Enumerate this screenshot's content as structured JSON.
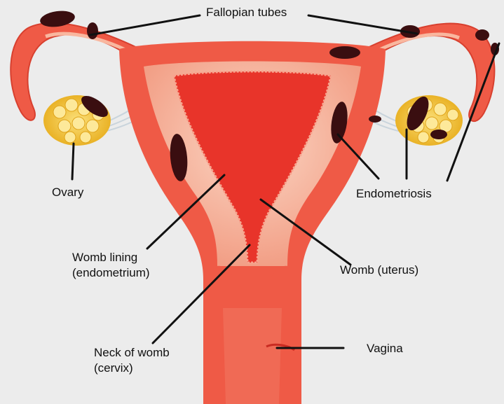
{
  "labels": {
    "fallopian_tubes": "Fallopian tubes",
    "ovary": "Ovary",
    "endometriosis": "Endometriosis",
    "womb_lining_1": "Womb lining",
    "womb_lining_2": "(endometrium)",
    "womb": "Womb (uterus)",
    "neck_1": "Neck of womb",
    "neck_2": "(cervix)",
    "vagina": "Vagina"
  },
  "colors": {
    "background": "#ececec",
    "tissue_outer": "#ef5a46",
    "tissue_light": "#f7c3ad",
    "cavity": "#e8342a",
    "ovary": "#f2c531",
    "lesion": "#3a0e10",
    "ligament": "#c9d4dc",
    "pointer": "#111111"
  },
  "icons": {
    "lesion": "endometriosis-lesion-icon",
    "ovary": "ovary-icon"
  }
}
